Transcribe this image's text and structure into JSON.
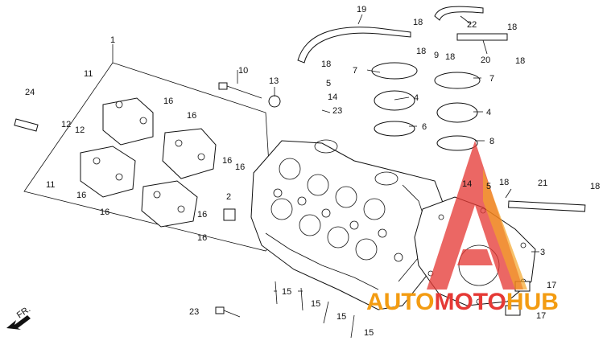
{
  "callouts": {
    "c1": "1",
    "c2": "2",
    "c3": "3",
    "c4a": "4",
    "c4b": "4",
    "c5a": "5",
    "c5b": "5",
    "c6": "6",
    "c7a": "7",
    "c7b": "7",
    "c8": "8",
    "c9": "9",
    "c10": "10",
    "c11a": "11",
    "c11b": "11",
    "c12a": "12",
    "c12b": "12",
    "c13": "13",
    "c14a": "14",
    "c14b": "14",
    "c15a": "15",
    "c15b": "15",
    "c15c": "15",
    "c15d": "15",
    "c16a": "16",
    "c16b": "16",
    "c16c": "16",
    "c16d": "16",
    "c16e": "16",
    "c16f": "16",
    "c16g": "16",
    "c16h": "16",
    "c17a": "17",
    "c17b": "17",
    "c18a": "18",
    "c18b": "18",
    "c18c": "18",
    "c18d": "18",
    "c18e": "18",
    "c18f": "18",
    "c18g": "18",
    "c18h": "18",
    "c19": "19",
    "c20": "20",
    "c21": "21",
    "c22": "22",
    "c23a": "23",
    "c23b": "23",
    "c24": "24"
  },
  "fr_label": "FR.",
  "watermark": {
    "text": "AUTOMOTOHUB",
    "color_red": "#e53935",
    "color_orange": "#f39c12"
  }
}
